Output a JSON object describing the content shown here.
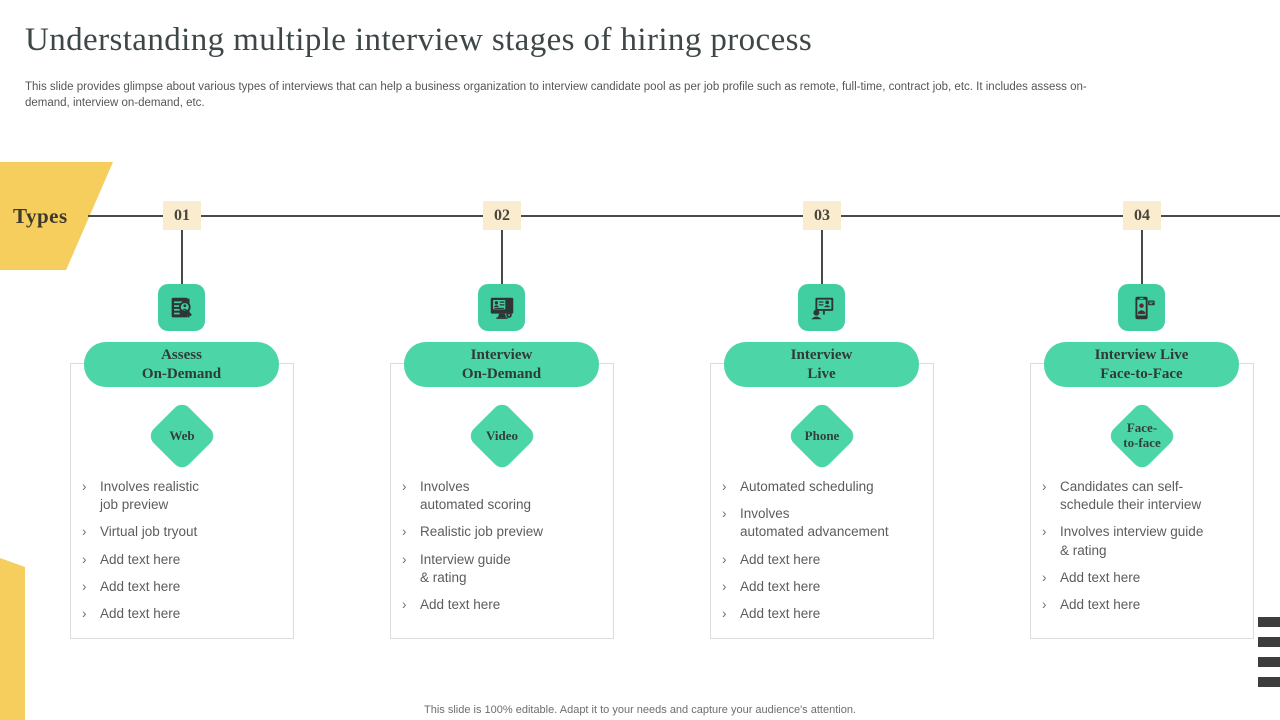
{
  "slide": {
    "title": "Understanding multiple interview stages of hiring process",
    "subtitle": "This slide provides glimpse about various types of interviews that can help a business organization to interview candidate pool as per job profile such as remote, full-time, contract job, etc. It includes assess on-demand, interview on-demand, etc.",
    "types_label": "Types",
    "bullet_marker": "›",
    "footer": "This slide is 100% editable. Adapt it to your needs and capture your audience's attention."
  },
  "colors": {
    "teal": "#4CD6A8",
    "teal_deep": "#41CFA2",
    "cream": "#FAEDCF",
    "yellow": "#F5CE5E",
    "dark_title": "#3E4747"
  },
  "stages": [
    {
      "number": "01",
      "icon": "document-search-icon",
      "title": "Assess\nOn-Demand",
      "mode": "Web",
      "bullets": [
        "Involves  realistic\njob preview",
        "Virtual job tryout",
        "Add text here",
        "Add text here",
        "Add text here"
      ]
    },
    {
      "number": "02",
      "icon": "monitor-resume-icon",
      "title": "Interview\nOn-Demand",
      "mode": "Video",
      "bullets": [
        "Involves\nautomated scoring",
        "Realistic job preview",
        "Interview  guide\n& rating",
        "Add text here"
      ]
    },
    {
      "number": "03",
      "icon": "screen-presenter-icon",
      "title": "Interview\nLive",
      "mode": "Phone",
      "bullets": [
        "Automated scheduling",
        "Involves\nautomated advancement",
        "Add text here",
        "Add text here",
        "Add text here"
      ]
    },
    {
      "number": "04",
      "icon": "phone-video-call-icon",
      "title": "Interview Live\nFace-to-Face",
      "mode": "Face-\nto-face",
      "bullets": [
        "Candidates can self-\nschedule their interview",
        "Involves  interview guide\n& rating",
        "Add text here",
        "Add text here"
      ]
    }
  ]
}
